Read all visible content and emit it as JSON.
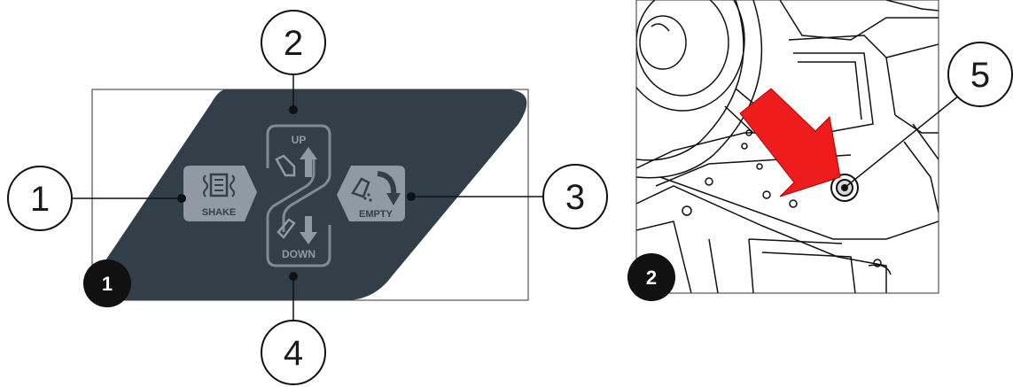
{
  "panel1": {
    "badge": "1",
    "keys": {
      "up": "UP",
      "down": "DOWN",
      "shake": "SHAKE",
      "empty": "EMPTY"
    },
    "callouts": [
      "1",
      "2",
      "3",
      "4"
    ],
    "colors": {
      "panel": "#323f49",
      "key": "#8f9aa3",
      "badge": "#111111"
    }
  },
  "panel2": {
    "badge": "2",
    "callout": "5",
    "colors": {
      "arrow": "#ee1c1c",
      "badge": "#111111"
    }
  }
}
